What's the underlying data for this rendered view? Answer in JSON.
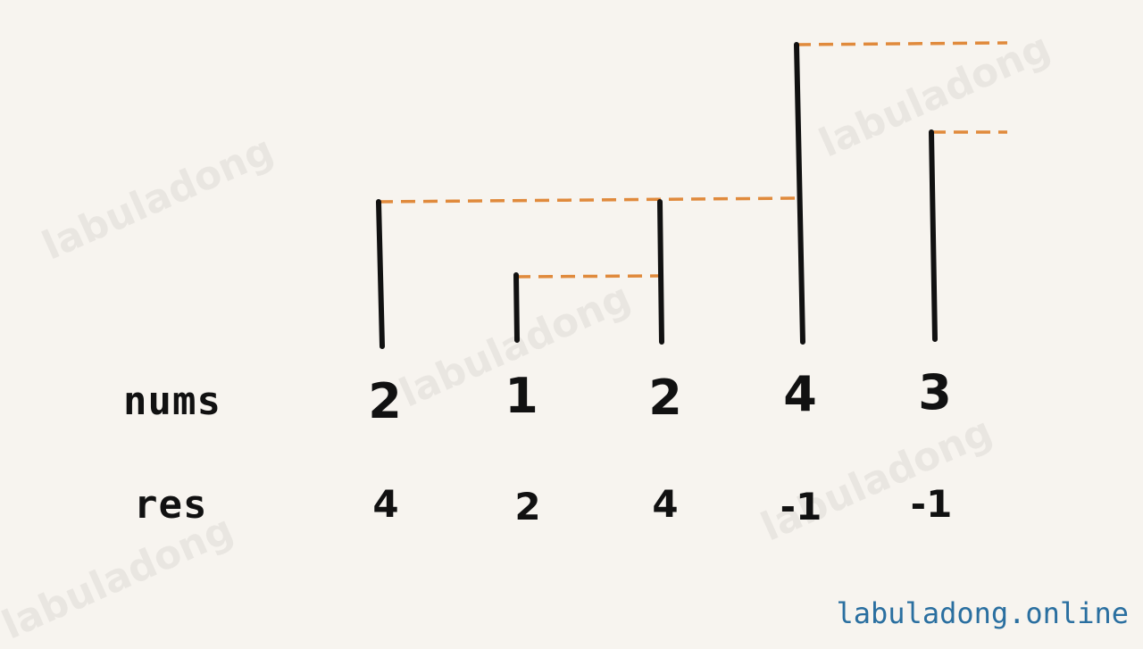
{
  "labels": {
    "nums": "nums",
    "res": "res"
  },
  "nums": [
    "2",
    "1",
    "2",
    "4",
    "3"
  ],
  "res": [
    "4",
    "2",
    "4",
    "-1",
    "-1"
  ],
  "watermark": "labuladong",
  "site": "labuladong.online",
  "colors": {
    "bar": "#111111",
    "dash": "#e08a3c",
    "site": "#2a6fa0",
    "background": "#f7f4ef"
  }
}
